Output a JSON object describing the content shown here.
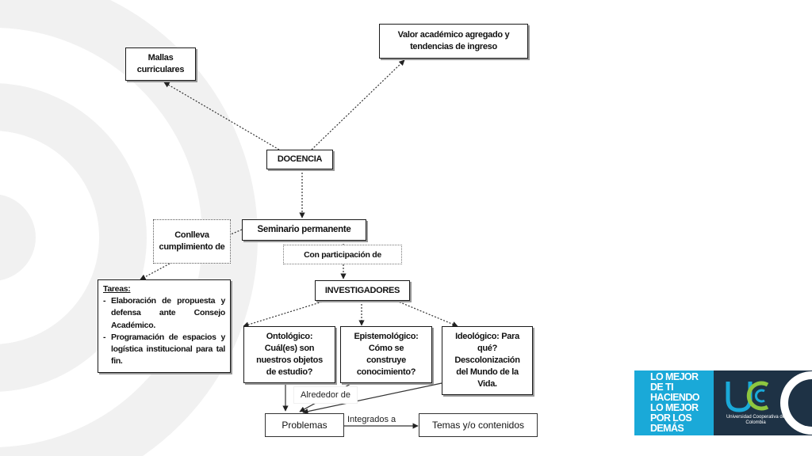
{
  "diagram": {
    "mallas": "Mallas curriculares",
    "valor": "Valor académico agregado y tendencias de ingreso",
    "docencia": "DOCENCIA",
    "conlleva": "Conlleva cumplimiento de",
    "seminario": "Seminario permanente",
    "participacion": "Con participación de",
    "investigadores": "INVESTIGADORES",
    "tareas": {
      "title": "Tareas:",
      "items": [
        "Elaboración de propuesta y defensa ante Consejo Académico.",
        "Programación de espacios y logística institucional para tal fin."
      ]
    },
    "ontologico": "Ontológico: Cuál(es) son nuestros objetos de estudio?",
    "epistemologico": "Epistemológico: Cómo se construye conocimiento?",
    "ideologico": "Ideológico: Para qué? Descolonización del Mundo de la Vida.",
    "alrededor": "Alrededor de",
    "problemas": "Problemas",
    "integrados": "Integrados a",
    "temas": "Temas y/o contenidos"
  },
  "logo": {
    "slogan_lines": [
      "LO MEJOR",
      "DE TI",
      "HACIENDO",
      "LO MEJOR",
      "POR LOS",
      "DEMÁS"
    ],
    "institution": "Universidad Cooperativa de Colombia",
    "colors": {
      "blue": "#1aa9d8",
      "dark": "#1e3245",
      "green": "#8dc63f"
    }
  }
}
